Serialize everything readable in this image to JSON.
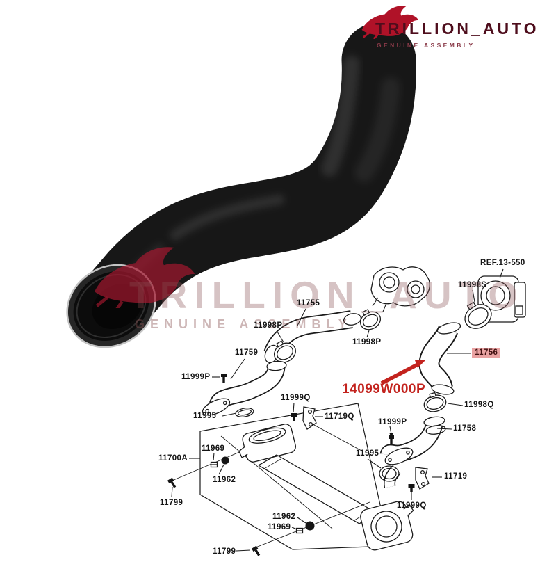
{
  "brand": {
    "name": "TRILLION_AUTO",
    "tagline": "GENUINE ASSEMBLY",
    "logo_icon": "rabbit-logo-icon",
    "title_color": "#4e0d1c",
    "tagline_color": "#8a3a48",
    "rabbit_color": "#b01228"
  },
  "highlight": {
    "callout_part_number": "14099W000P",
    "callout_color": "#c3231e",
    "highlighted_label_bg": "#e9a2a2"
  },
  "diagram": {
    "labels": [
      {
        "id": "ref-13-550",
        "text": "REF.13-550"
      },
      {
        "id": "11998s",
        "text": "11998S"
      },
      {
        "id": "11755",
        "text": "11755"
      },
      {
        "id": "11998p-left",
        "text": "11998P"
      },
      {
        "id": "11998p-right",
        "text": "11998P"
      },
      {
        "id": "11759",
        "text": "11759"
      },
      {
        "id": "11999p-left",
        "text": "11999P"
      },
      {
        "id": "11756",
        "text": "11756"
      },
      {
        "id": "11999q-top",
        "text": "11999Q"
      },
      {
        "id": "11719q",
        "text": "11719Q"
      },
      {
        "id": "11995-left",
        "text": "11995"
      },
      {
        "id": "11999p-right",
        "text": "11999P"
      },
      {
        "id": "11998q",
        "text": "11998Q"
      },
      {
        "id": "11758",
        "text": "11758"
      },
      {
        "id": "11700a",
        "text": "11700A"
      },
      {
        "id": "11969-top",
        "text": "11969"
      },
      {
        "id": "11962-top",
        "text": "11962"
      },
      {
        "id": "11995-right",
        "text": "11995"
      },
      {
        "id": "11719",
        "text": "11719"
      },
      {
        "id": "11799-left",
        "text": "11799"
      },
      {
        "id": "11999q-bottom",
        "text": "11999Q"
      },
      {
        "id": "11962-bottom",
        "text": "11962"
      },
      {
        "id": "11969-bottom",
        "text": "11969"
      },
      {
        "id": "11799-bottom",
        "text": "11799"
      }
    ],
    "callout": {
      "text": "14099W000P"
    }
  }
}
